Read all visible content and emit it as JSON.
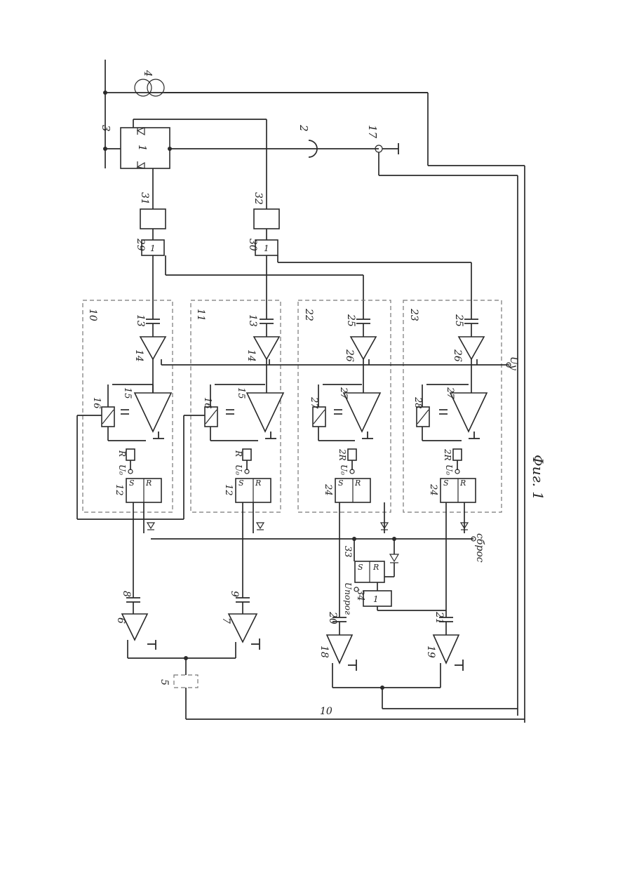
{
  "figure": {
    "caption": "Фиг. 1",
    "labels": {
      "n1": "1",
      "n2": "2",
      "n3": "3",
      "n4": "4",
      "n5": "5",
      "n6": "6",
      "n7": "7",
      "n8": "8",
      "n9": "9",
      "n10": "10",
      "n11": "11",
      "n12": "12",
      "n13": "13",
      "n14": "14",
      "n15": "15",
      "n16": "16",
      "n17": "17",
      "n18": "18",
      "n19": "19",
      "n20": "20",
      "n21": "21",
      "n22": "22",
      "n23": "23",
      "n24": "24",
      "n25": "25",
      "n26": "26",
      "n27": "27",
      "n28": "28",
      "n29": "29",
      "n30": "30",
      "n31": "31",
      "n32": "32",
      "n33": "33",
      "n34": "34",
      "uy": "Uy",
      "u0": "U₀",
      "r": "R",
      "two_r": "2R",
      "sbros": "сброс",
      "uporog": "Uпорог",
      "s": "S",
      "rr": "R",
      "one": "1"
    }
  }
}
